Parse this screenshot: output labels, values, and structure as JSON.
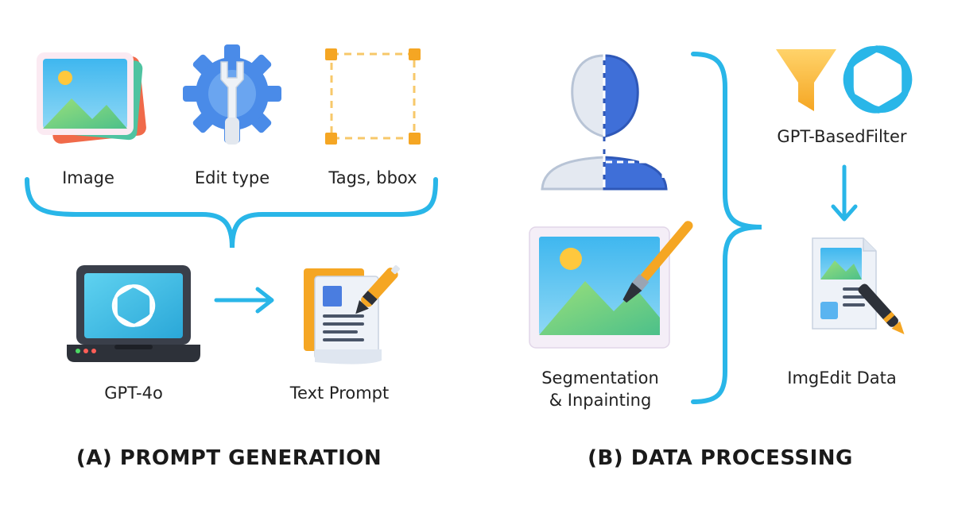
{
  "prompt_generation": {
    "title": "(A) PROMPT GENERATION",
    "inputs": [
      {
        "label": "Image",
        "icon": "image-stack-icon"
      },
      {
        "label": "Edit type",
        "icon": "gear-wrench-icon"
      },
      {
        "label": "Tags, bbox",
        "icon": "bounding-box-icon"
      }
    ],
    "model": {
      "label": "GPT-4o",
      "icon": "laptop-openai-icon"
    },
    "output": {
      "label": "Text Prompt",
      "icon": "document-pen-icon"
    }
  },
  "data_processing": {
    "title": "(B) DATA PROCESSING",
    "steps": [
      {
        "label_line1": "Segmentation",
        "label_line2": "& Inpainting",
        "icons": [
          "person-segmentation-icon",
          "image-paintbrush-icon"
        ]
      }
    ],
    "filter": {
      "label": "GPT-BasedFilter",
      "icons": [
        "funnel-icon",
        "openai-logo-icon"
      ]
    },
    "output": {
      "label": "ImgEdit Data",
      "icon": "edited-document-icon"
    }
  },
  "colors": {
    "accent": "#29b6e8",
    "orange": "#f5a623",
    "blue": "#3f6fd8"
  }
}
